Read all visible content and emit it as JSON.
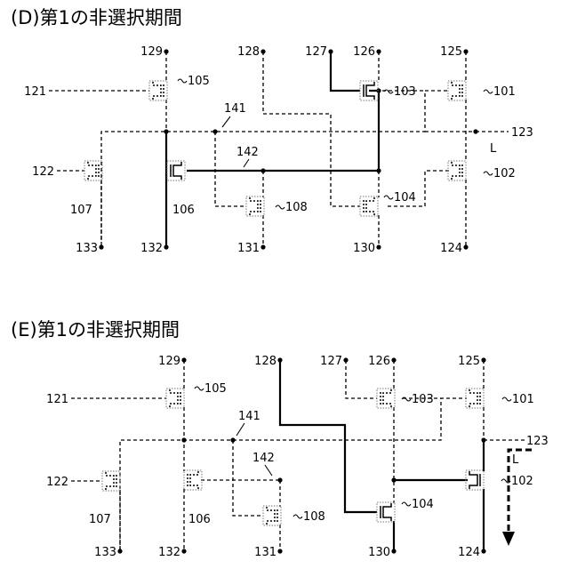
{
  "panels": {
    "D": {
      "title": "(D)第1の非選択期間"
    },
    "E": {
      "title": "(E)第1の非選択期間"
    }
  },
  "labels": {
    "n121": "121",
    "n122": "122",
    "n123": "123",
    "n124": "124",
    "n125": "125",
    "n126": "126",
    "n127": "127",
    "n128": "128",
    "n129": "129",
    "n130": "130",
    "n131": "131",
    "n132": "132",
    "n133": "133",
    "t101": "101",
    "t102": "102",
    "t103": "103",
    "t104": "104",
    "t105": "105",
    "t106": "106",
    "t107": "107",
    "t108": "108",
    "w141": "141",
    "w142": "142",
    "L": "L"
  },
  "style": {
    "line_color": "#000000",
    "box_color": "#777777"
  }
}
